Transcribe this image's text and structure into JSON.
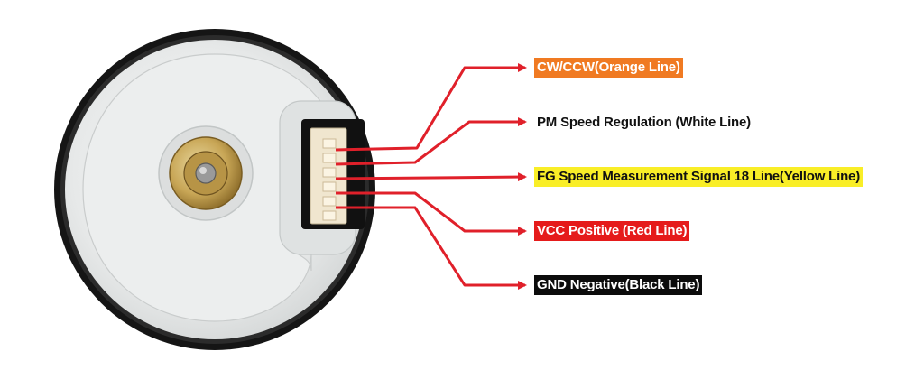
{
  "colors": {
    "arrow": "#e0202a",
    "motor_body": "#151515",
    "cover": "#e6e8e8"
  },
  "labels": [
    {
      "text": "CW/CCW(Orange Line)",
      "bg": "#f07a22",
      "fg": "#ffffff"
    },
    {
      "text": "PM Speed Regulation (White Line)",
      "bg": "#ffffff",
      "fg": "#111111"
    },
    {
      "text": "FG Speed Measurement Signal 18 Line(Yellow Line)",
      "bg": "#f9ee27",
      "fg": "#111111"
    },
    {
      "text": "VCC Positive (Red Line)",
      "bg": "#e51b1b",
      "fg": "#ffffff"
    },
    {
      "text": "GND Negative(Black Line)",
      "bg": "#0c0c0c",
      "fg": "#ffffff"
    }
  ]
}
